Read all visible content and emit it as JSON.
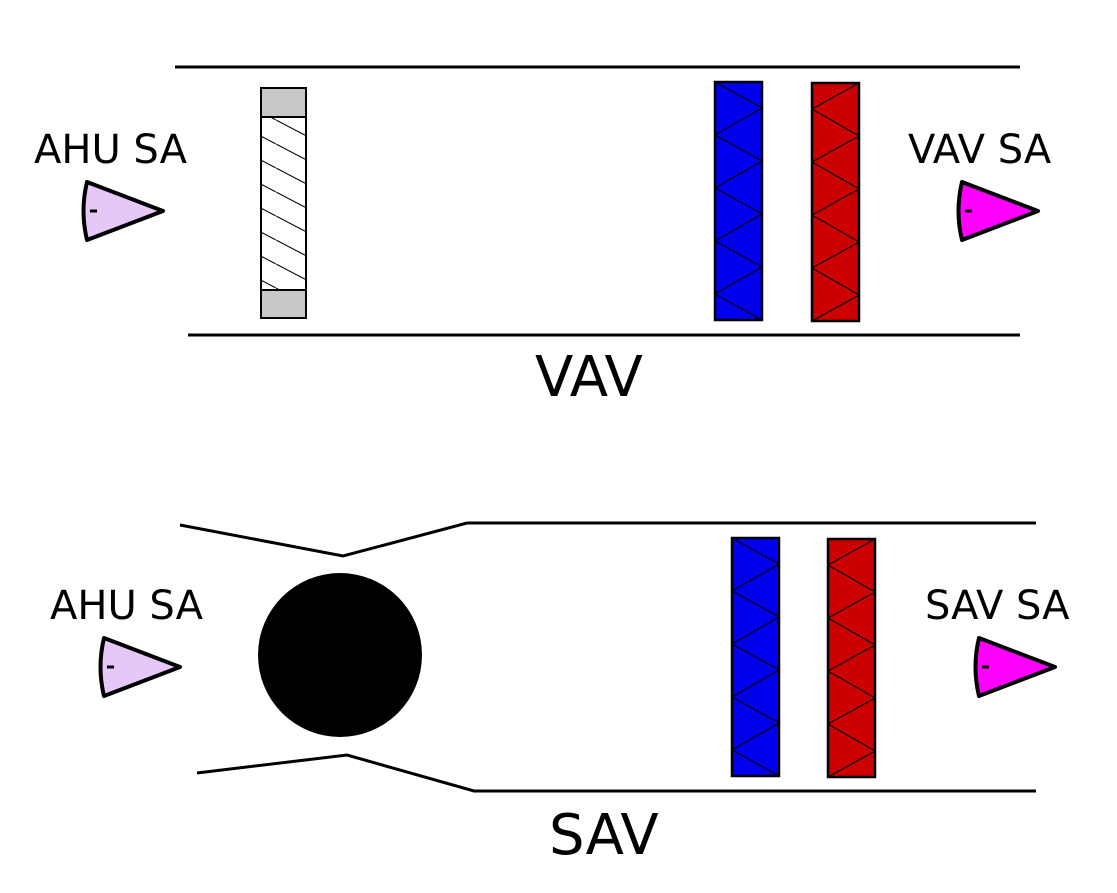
{
  "vav": {
    "inlet_label": "AHU SA",
    "outlet_label": "VAV SA",
    "title": "VAV"
  },
  "sav": {
    "inlet_label": "AHU SA",
    "outlet_label": "SAV SA",
    "title": "SAV"
  },
  "colors": {
    "inlet_arrow": "#e6c8f8",
    "outlet_arrow": "#ff00ff",
    "cooling_coil": "#0000ee",
    "heating_coil": "#cc0000",
    "damper_cap": "#c8c8c8",
    "fan": "#000000",
    "duct": "#000000"
  },
  "icons": {
    "damper": "damper-icon",
    "fan": "fan-icon",
    "cooling_coil": "cooling-coil-icon",
    "heating_coil": "heating-coil-icon",
    "inlet": "inlet-arrow-icon",
    "outlet": "outlet-arrow-icon"
  }
}
